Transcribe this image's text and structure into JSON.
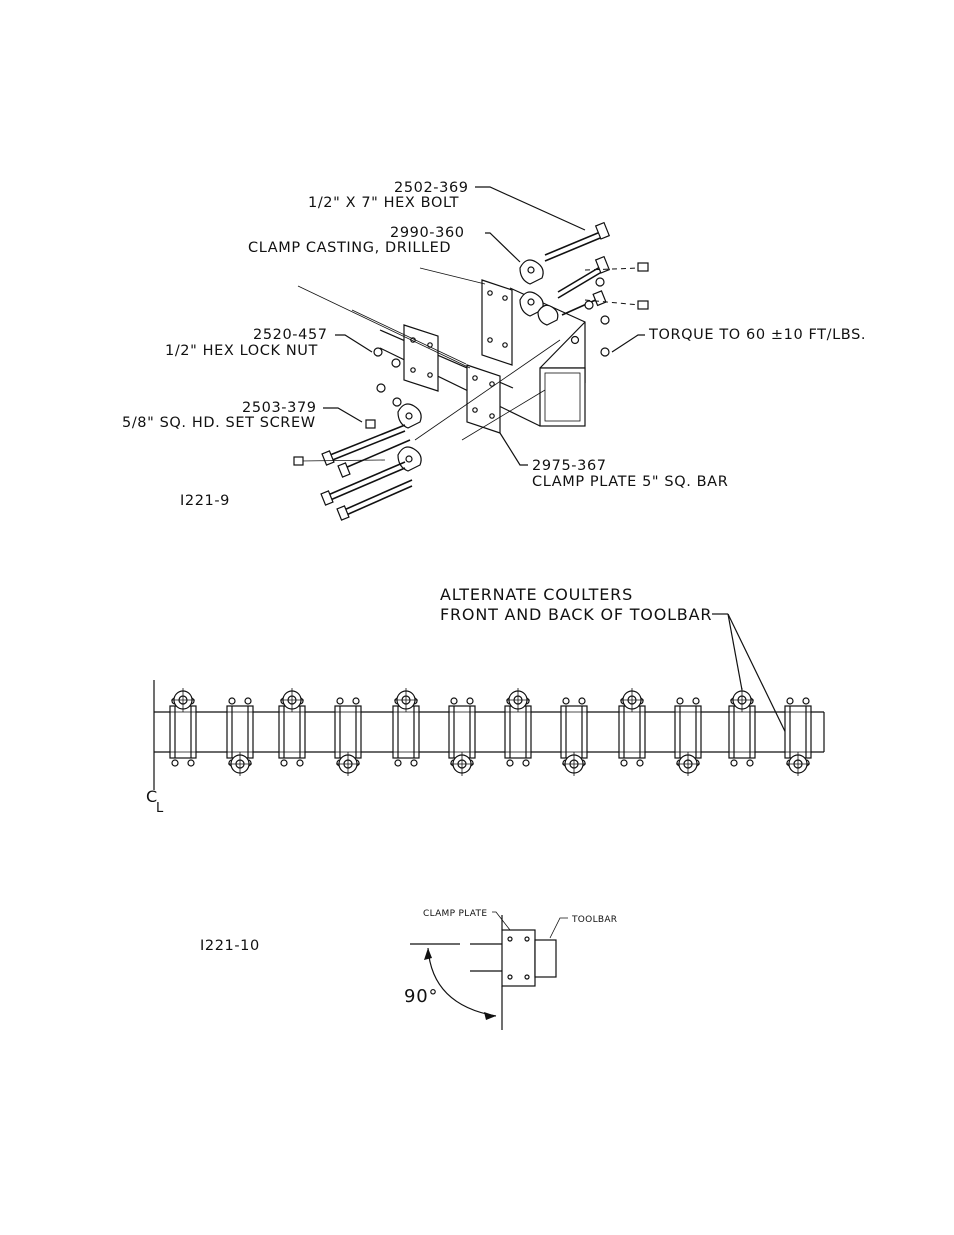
{
  "figure1": {
    "id": "I221-9",
    "callouts": {
      "hex_bolt_part": "2502-369",
      "hex_bolt_desc": "1/2\" X 7\" HEX BOLT",
      "clamp_casting_part": "2990-360",
      "clamp_casting_desc": "CLAMP CASTING, DRILLED",
      "lock_nut_part": "2520-457",
      "lock_nut_desc": "1/2\" HEX LOCK NUT",
      "set_screw_part": "2503-379",
      "set_screw_desc": "5/8\" SQ. HD. SET SCREW",
      "torque_note": "TORQUE TO 60 ±10 FT/LBS.",
      "clamp_plate_part": "2975-367",
      "clamp_plate_desc": "CLAMP PLATE 5\" SQ. BAR"
    }
  },
  "figure2": {
    "note_line1": "ALTERNATE COULTERS",
    "note_line2": "FRONT AND BACK OF TOOLBAR",
    "centerline_c": "C",
    "centerline_l": "L"
  },
  "figure3": {
    "id": "I221-10",
    "clamp_plate_label": "CLAMP PLATE",
    "toolbar_label": "TOOLBAR",
    "angle": "90°"
  }
}
